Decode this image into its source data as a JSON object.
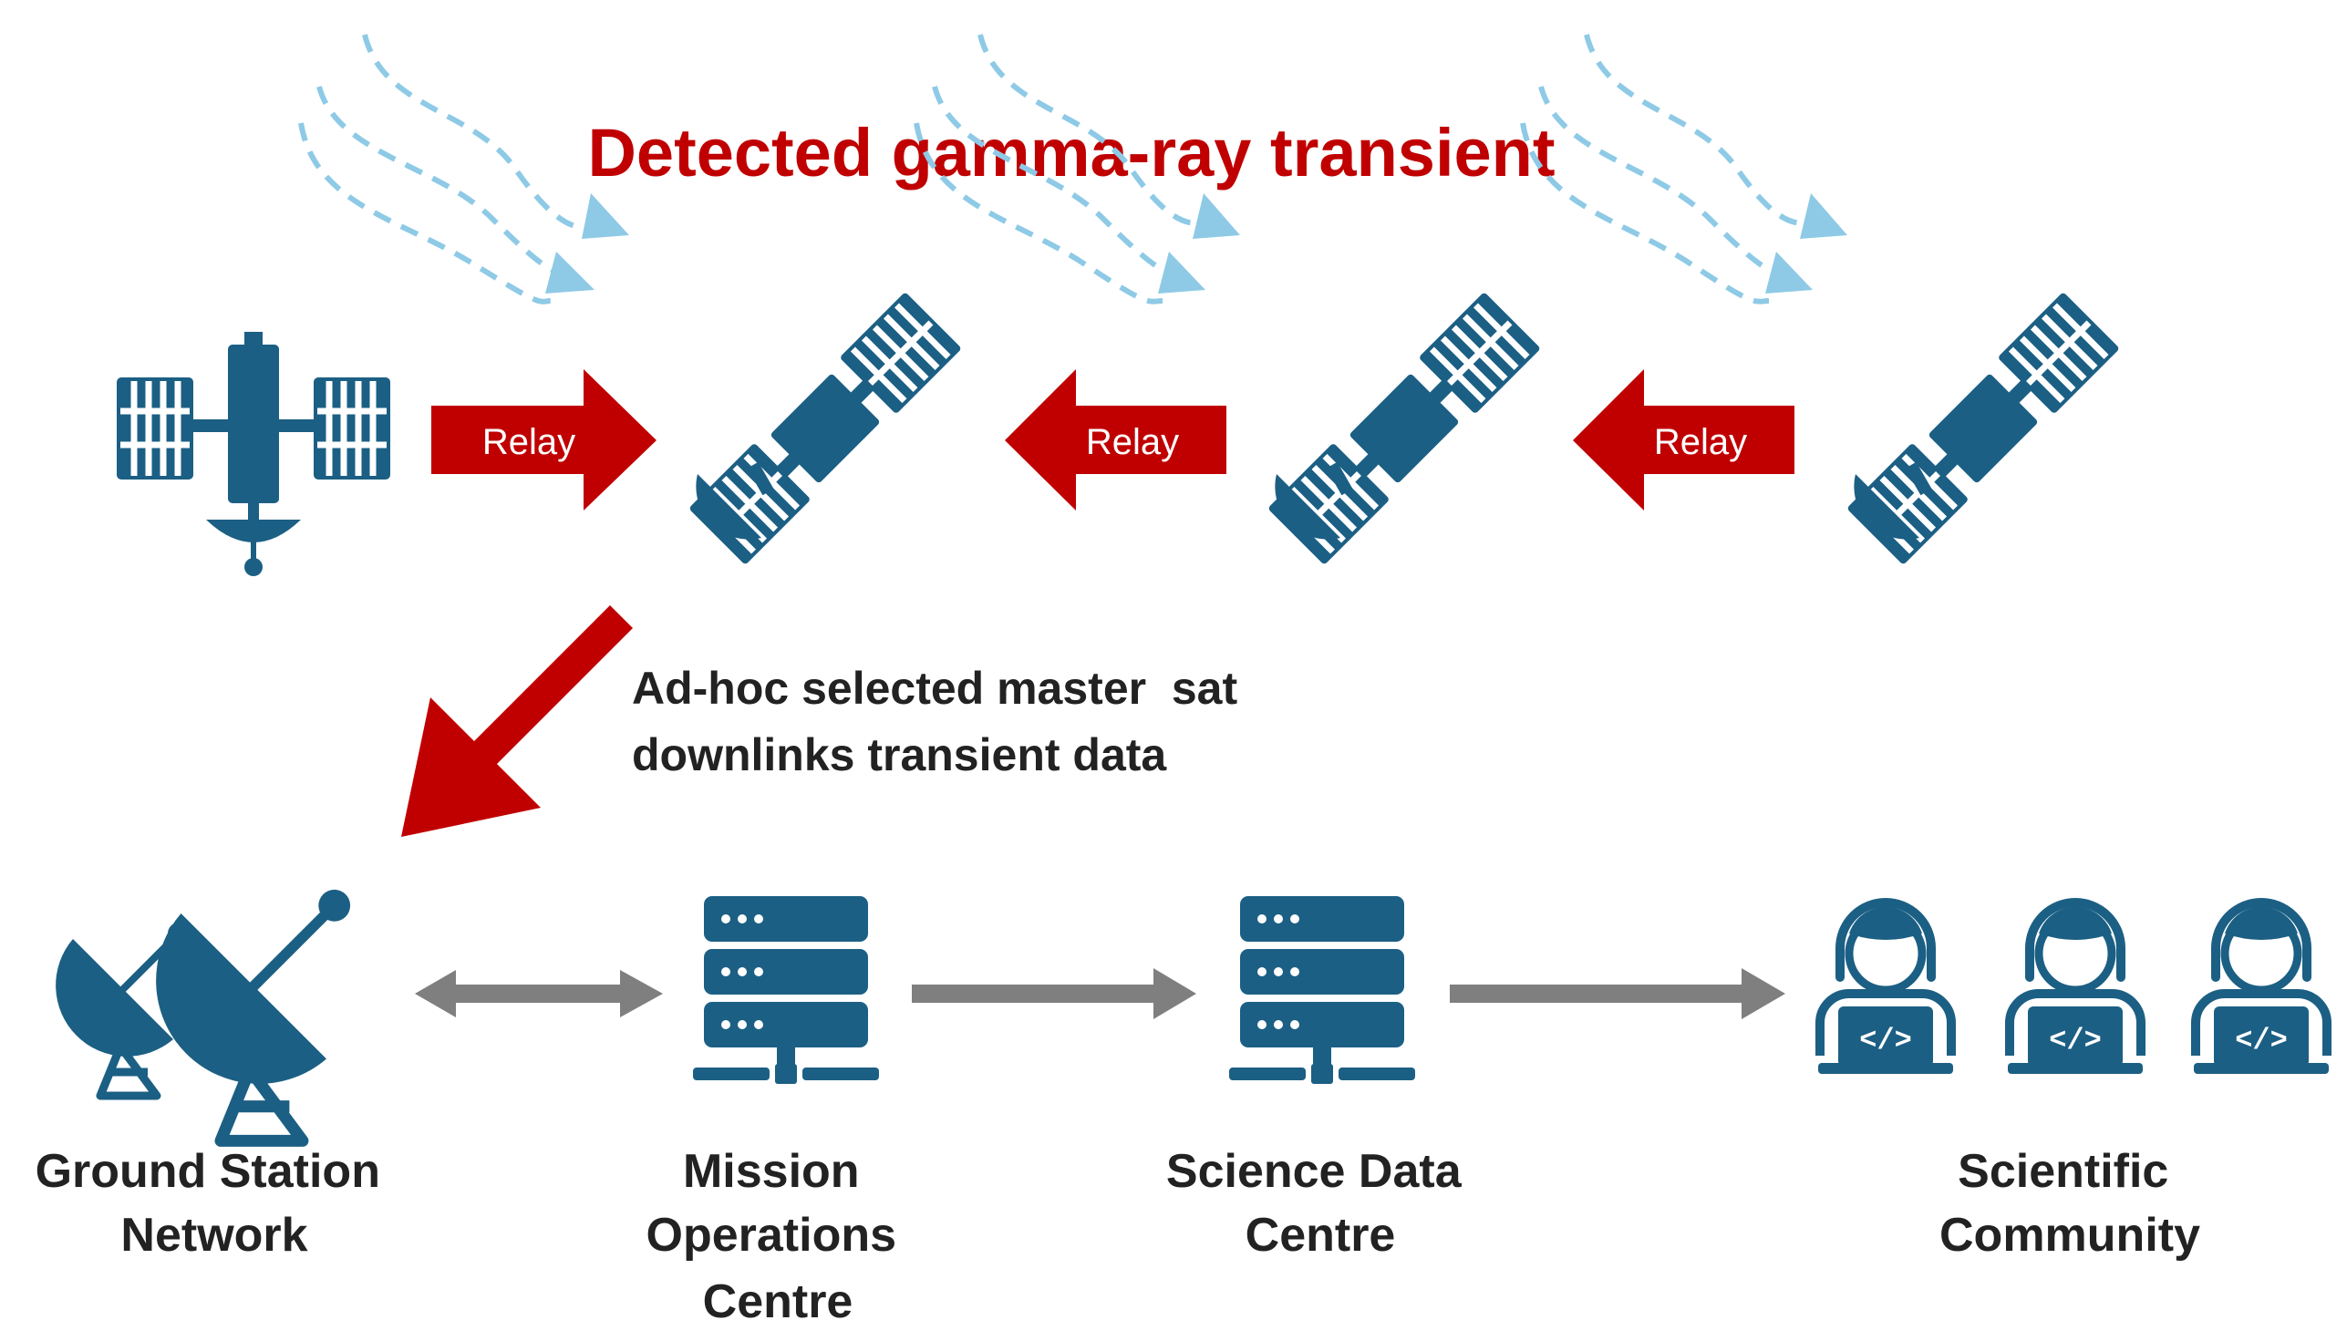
{
  "title": "Detected gamma-ray transient",
  "relays": [
    "Relay",
    "Relay",
    "Relay"
  ],
  "downlink_caption": {
    "line1": "Ad-hoc selected master  sat",
    "line2": "downlinks transient data"
  },
  "stations": [
    {
      "lines": [
        "Ground Station",
        "Network"
      ],
      "icon": "ground-antenna-icon"
    },
    {
      "lines": [
        "Mission",
        "Operations",
        "Centre"
      ],
      "icon": "server-icon"
    },
    {
      "lines": [
        "Science Data",
        "Centre"
      ],
      "icon": "server-icon"
    },
    {
      "lines": [
        "Scientific",
        "Community"
      ],
      "icon": "user-laptop-icon"
    }
  ],
  "icons": {
    "satellites": [
      "satellite-icon",
      "satellite-tilted-icon",
      "satellite-tilted-icon",
      "satellite-tilted-icon"
    ],
    "rays": "dashed-arrow-icon"
  },
  "colors": {
    "title": "#c00000",
    "relay_arrow": "#c00000",
    "icon": "#1c5f84",
    "ray": "#8ecae6",
    "flow_arrow": "#7f7f7f",
    "text": "#222222"
  }
}
